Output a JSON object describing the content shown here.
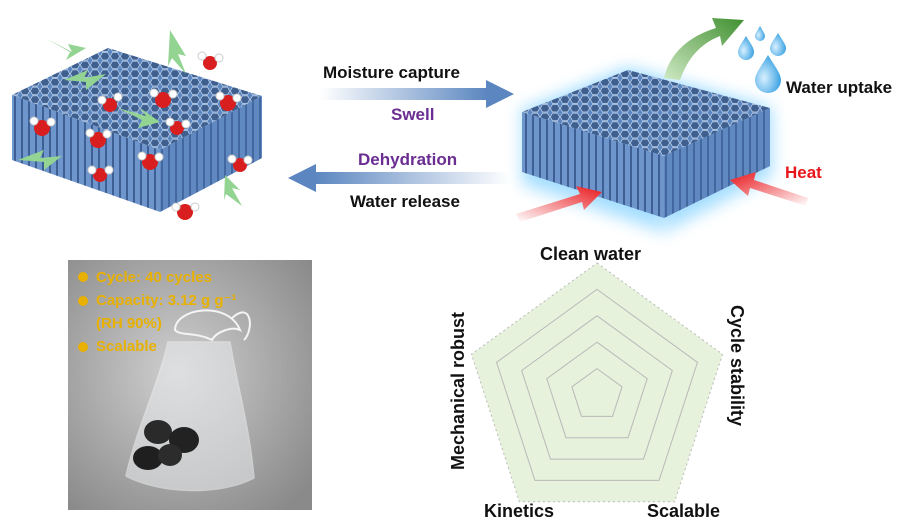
{
  "top": {
    "moisture_capture": "Moisture capture",
    "swell": "Swell",
    "dehydration": "Dehydration",
    "water_release": "Water release",
    "water_uptake": "Water uptake",
    "heat": "Heat"
  },
  "photo": {
    "bullets": [
      "Cycle: 40 cycles",
      "Capacity: 3.12 g g⁻¹",
      "(RH 90%)",
      "Scalable"
    ]
  },
  "radar": {
    "axes": [
      "Clean water",
      "Cycle stability",
      "Scalable",
      "Kinetics",
      "Mechanical robust"
    ],
    "values": [
      1,
      1,
      1,
      1,
      1
    ],
    "levels": 5,
    "fill_color": "#e6f2dc"
  },
  "colors": {
    "honeycomb": "#5b86c0",
    "arrow_blue": "#5b86c0",
    "arrow_red": "#e8161b",
    "arrow_green_light": "#93d493",
    "arrow_green_dark": "#3f8f2f",
    "water_drop": "#3aa7e6",
    "purple_text": "#6a2d91",
    "photo_text": "#e8b000"
  }
}
